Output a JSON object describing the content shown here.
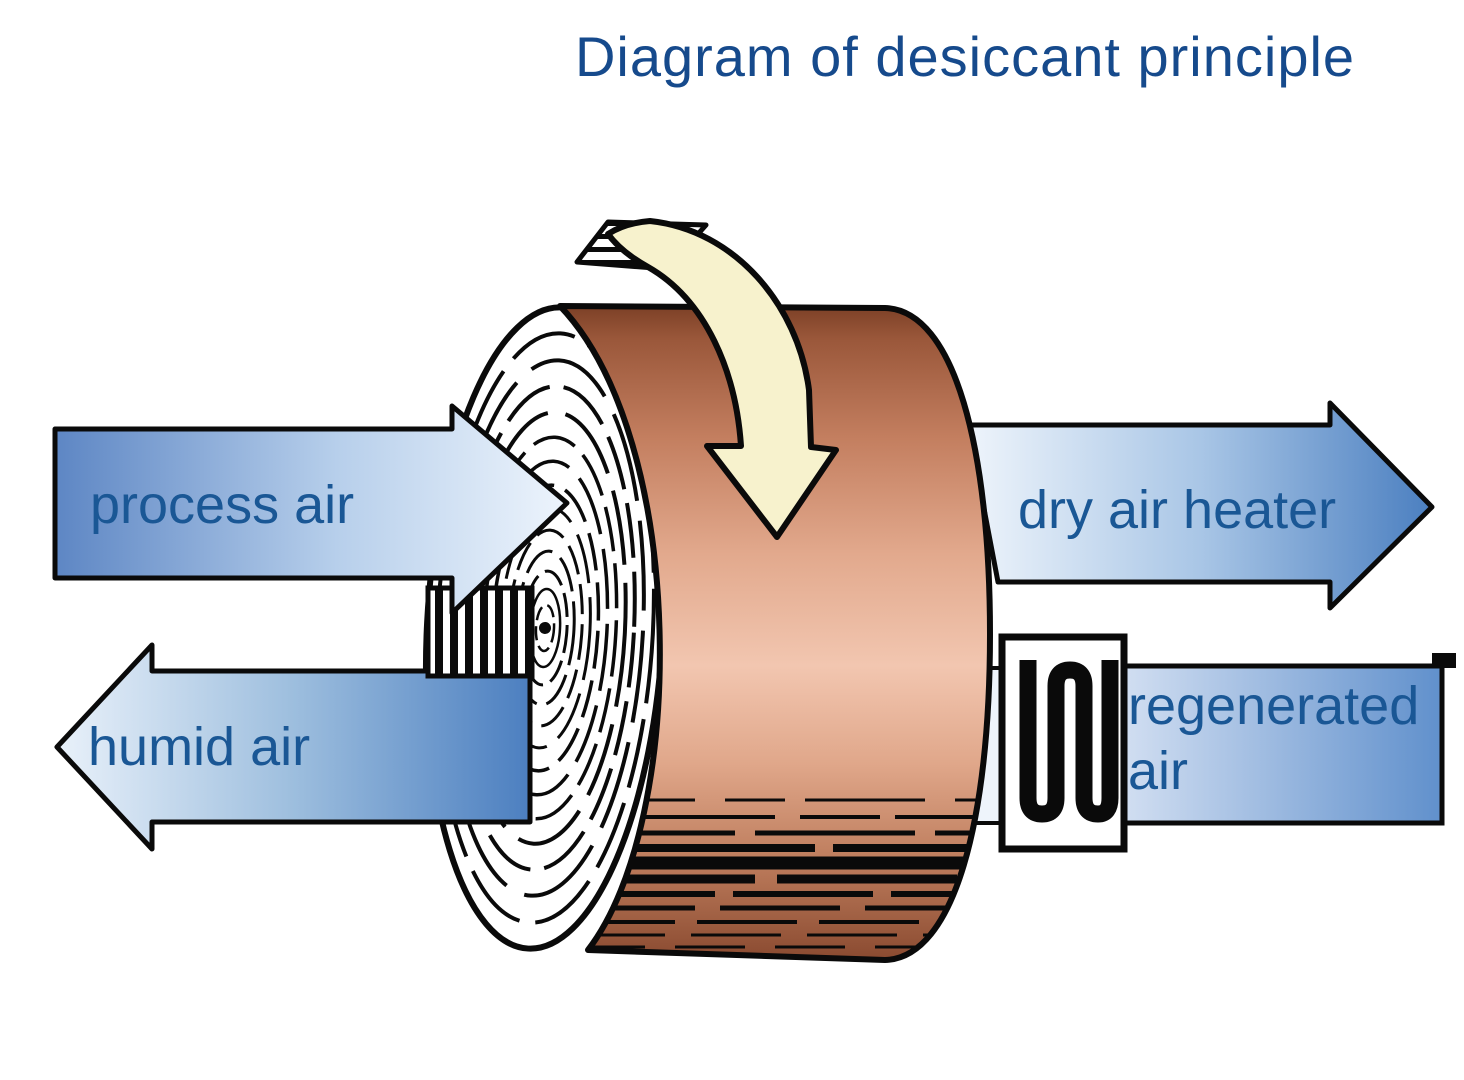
{
  "title": {
    "text": "Diagram of desiccant principle",
    "color": "#164a8c"
  },
  "labels": {
    "process_air": "process air",
    "dry_air_heater": "dry air heater",
    "humid_air": "humid air",
    "regenerated_air_line1": "regenerated",
    "regenerated_air_line2": "air",
    "color": "#1a5795"
  },
  "icons": {
    "rotation_arrow": "rotation-arrow-icon",
    "heater_coil": "heater-coil-icon"
  },
  "colors": {
    "background": "#ffffff",
    "outline": "#0a0a0a",
    "arrow_blue_dark": "#4c7fc0",
    "arrow_blue_mid": "#a9c6e6",
    "arrow_blue_light": "#edf4fc",
    "rotor_copper_darkest": "#7c4026",
    "rotor_copper_dark": "#9a573a",
    "rotor_copper_mid": "#c37e5f",
    "rotor_copper_light": "#f2c6b0",
    "rotation_arrow_cream": "#f7f2cd",
    "heater_box_fill": "#ffffff"
  }
}
